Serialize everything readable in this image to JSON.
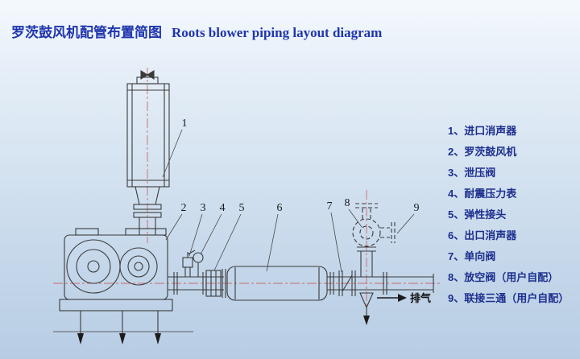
{
  "page": {
    "title_cn": "罗茨鼓风机配管布置简图",
    "title_en": "Roots blower piping layout diagram"
  },
  "diagram": {
    "callouts": [
      "1",
      "2",
      "3",
      "4",
      "5",
      "6",
      "7",
      "8",
      "9"
    ],
    "exhaust_label": "排气"
  },
  "legend": {
    "items": [
      "1、进口消声器",
      "2、罗茨鼓风机",
      "3、泄压阀",
      "4、耐震压力表",
      "5、弹性接头",
      "6、出口消声器",
      "7、单向阀",
      "8、放空阀（用户自配）",
      "9、联接三通（用户自配）"
    ]
  },
  "colors": {
    "title_blue": "#1f35ad",
    "legend_text": "#1d2f8f",
    "line": "#3b3b3b",
    "centerline_red": "#c96a6a",
    "background_top": "#f4f9fd",
    "background_bottom": "#b8cde4"
  }
}
